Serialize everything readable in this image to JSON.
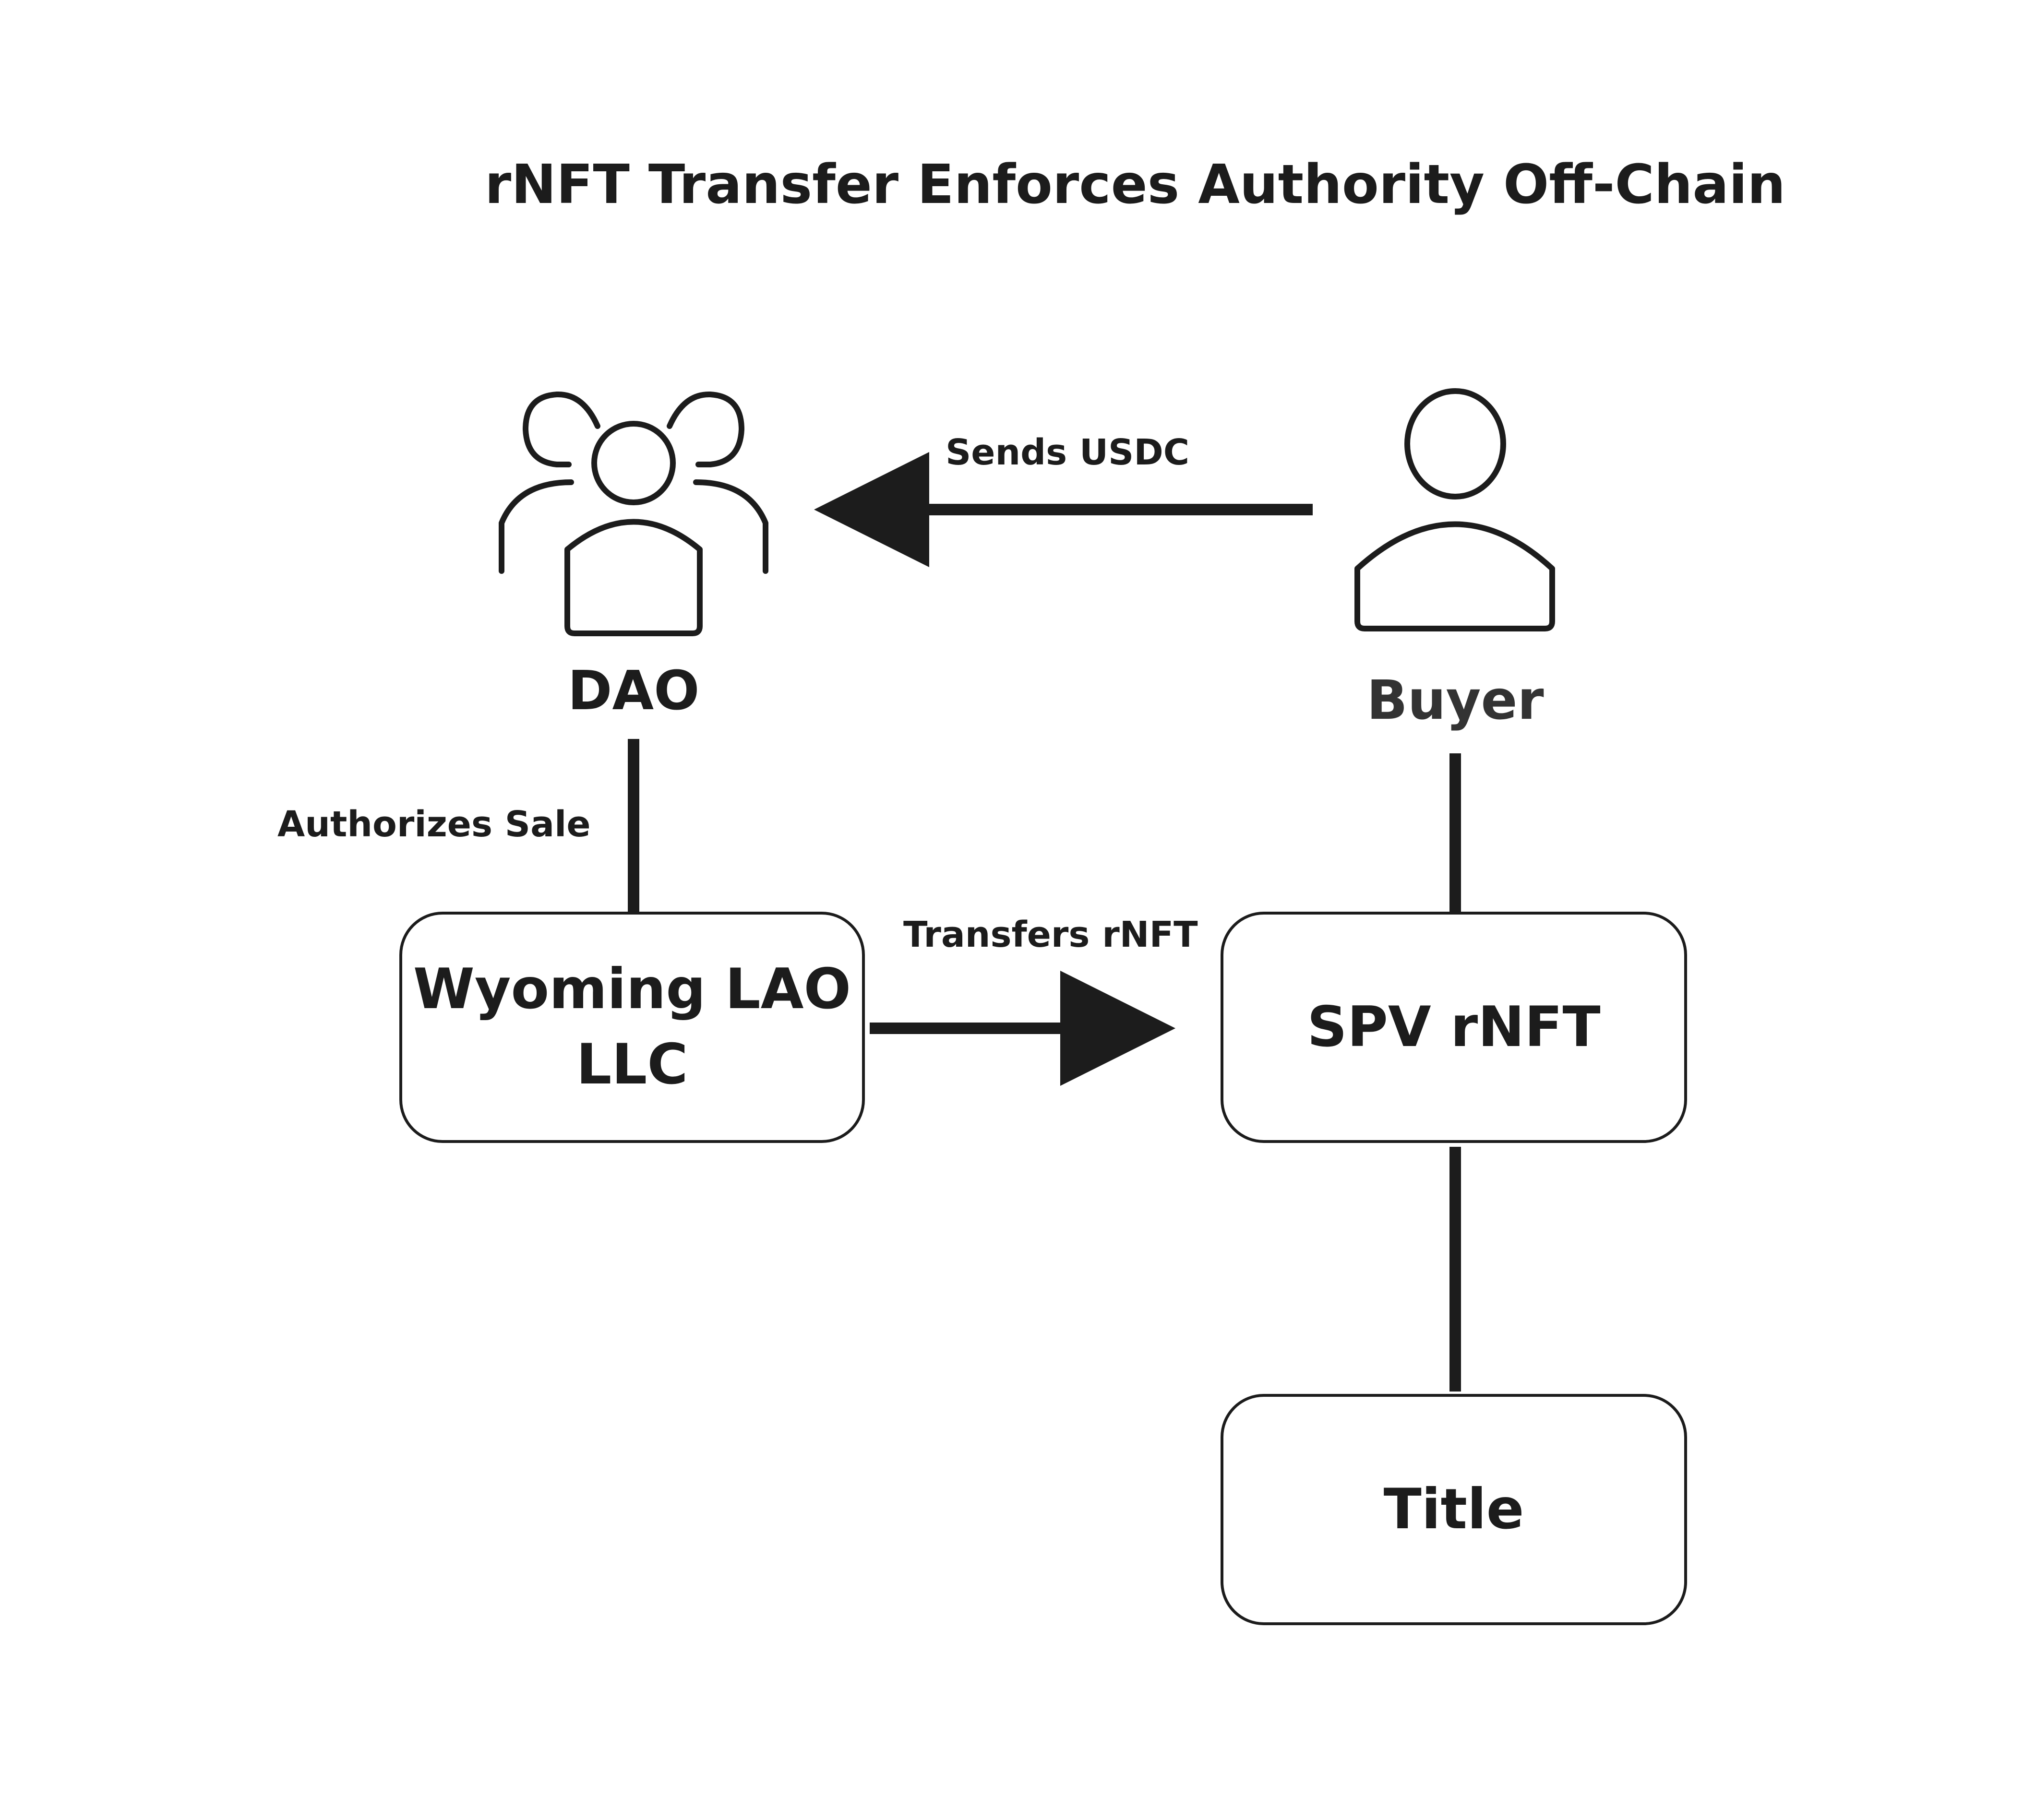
{
  "title": "rNFT Transfer Enforces Authority Off-Chain",
  "nodes": {
    "dao": {
      "label": "DAO",
      "icon": "group-icon"
    },
    "buyer": {
      "label": "Buyer",
      "icon": "person-icon"
    },
    "lao": {
      "label": "Wyoming LAO\nLLC"
    },
    "spv": {
      "label": "SPV rNFT"
    },
    "title_box": {
      "label": "Title"
    }
  },
  "edges": {
    "sends": {
      "label": "Sends USDC"
    },
    "authorizes": {
      "label": "Authorizes Sale"
    },
    "transfers": {
      "label": "Transfers rNFT"
    }
  },
  "colors": {
    "stroke": "#1c1c1c",
    "background": "#ffffff",
    "buyer_label": "#333333"
  }
}
